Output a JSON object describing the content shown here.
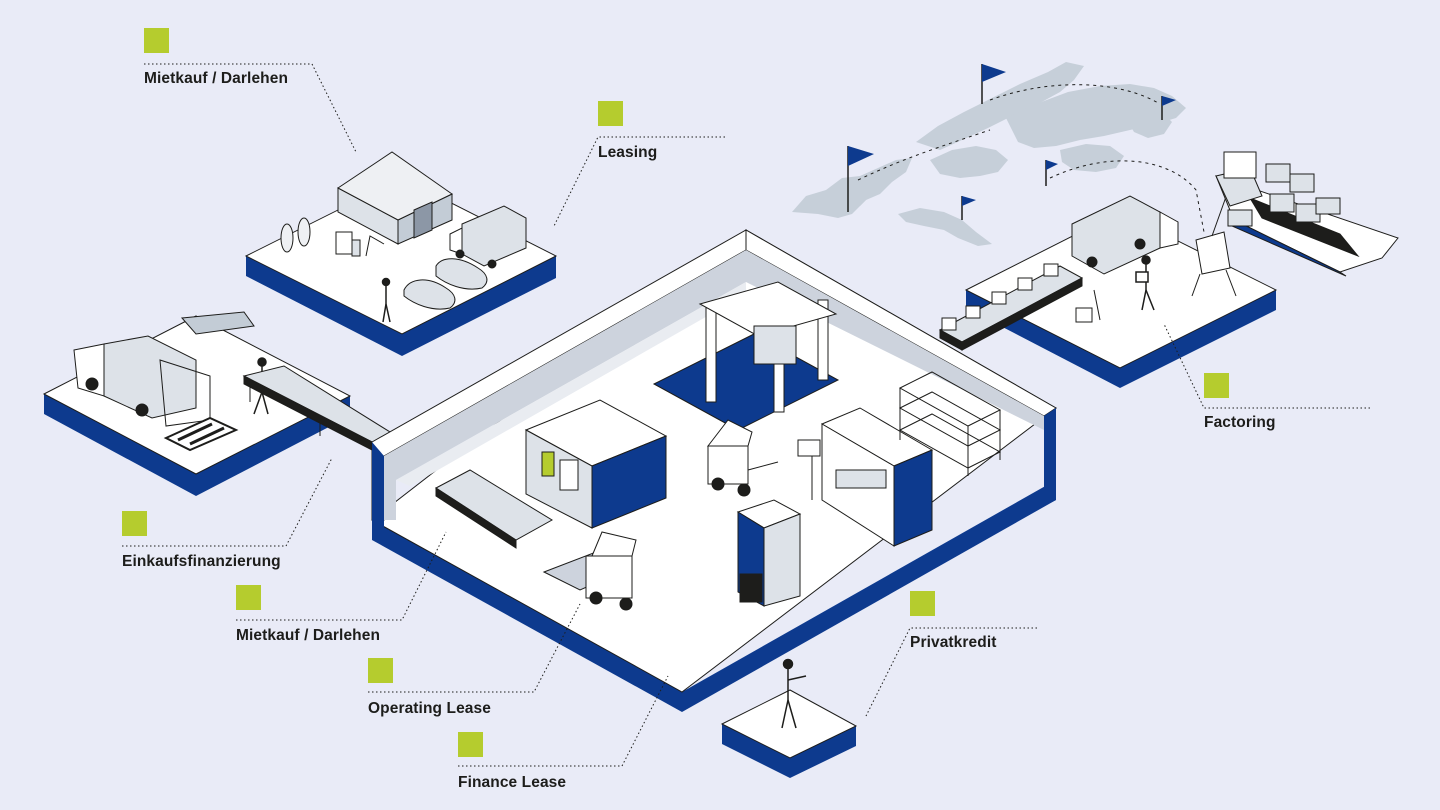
{
  "colors": {
    "background": "#e9ebf7",
    "accent": "#b5cc2e",
    "brand_blue": "#0d3a8e",
    "platform_top": "#ffffff",
    "wall": "#cdd3dd",
    "outline": "#1d1d1b",
    "map": "#c9d1da"
  },
  "callouts": [
    {
      "id": "mietkauf-top",
      "label": "Mietkauf / Darlehen"
    },
    {
      "id": "leasing",
      "label": "Leasing"
    },
    {
      "id": "einkaufsfinanzierung",
      "label": "Einkaufsfinanzierung"
    },
    {
      "id": "mietkauf-bottom",
      "label": "Mietkauf / Darlehen"
    },
    {
      "id": "operating-lease",
      "label": "Operating Lease"
    },
    {
      "id": "finance-lease",
      "label": "Finance Lease"
    },
    {
      "id": "privatkredit",
      "label": "Privatkredit"
    },
    {
      "id": "factoring",
      "label": "Factoring"
    }
  ]
}
